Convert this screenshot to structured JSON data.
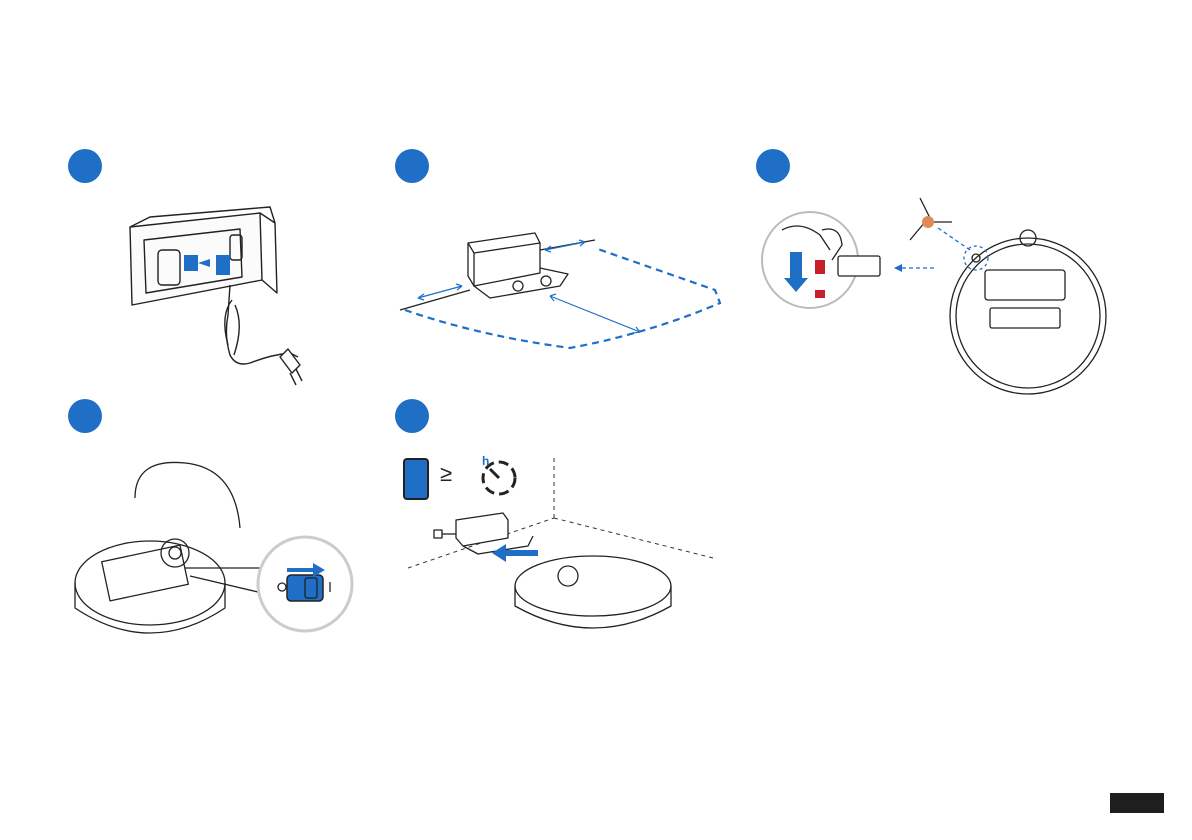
{
  "document": {
    "steps": [
      {
        "badge_color": "#1f6fc7",
        "figure": "plug-in-charging-base"
      },
      {
        "badge_color": "#1f6fc7",
        "figure": "base-placement-clearance"
      },
      {
        "badge_color": "#1f6fc7",
        "figure": "install-side-brush"
      },
      {
        "badge_color": "#1f6fc7",
        "figure": "power-switch-on"
      },
      {
        "badge_color": "#1f6fc7",
        "figure": "charge-on-base"
      }
    ],
    "icons": [
      "battery-charging-icon",
      "greater-equal-icon",
      "timer-icon"
    ],
    "footer_tab_color": "#1e1e1e"
  }
}
